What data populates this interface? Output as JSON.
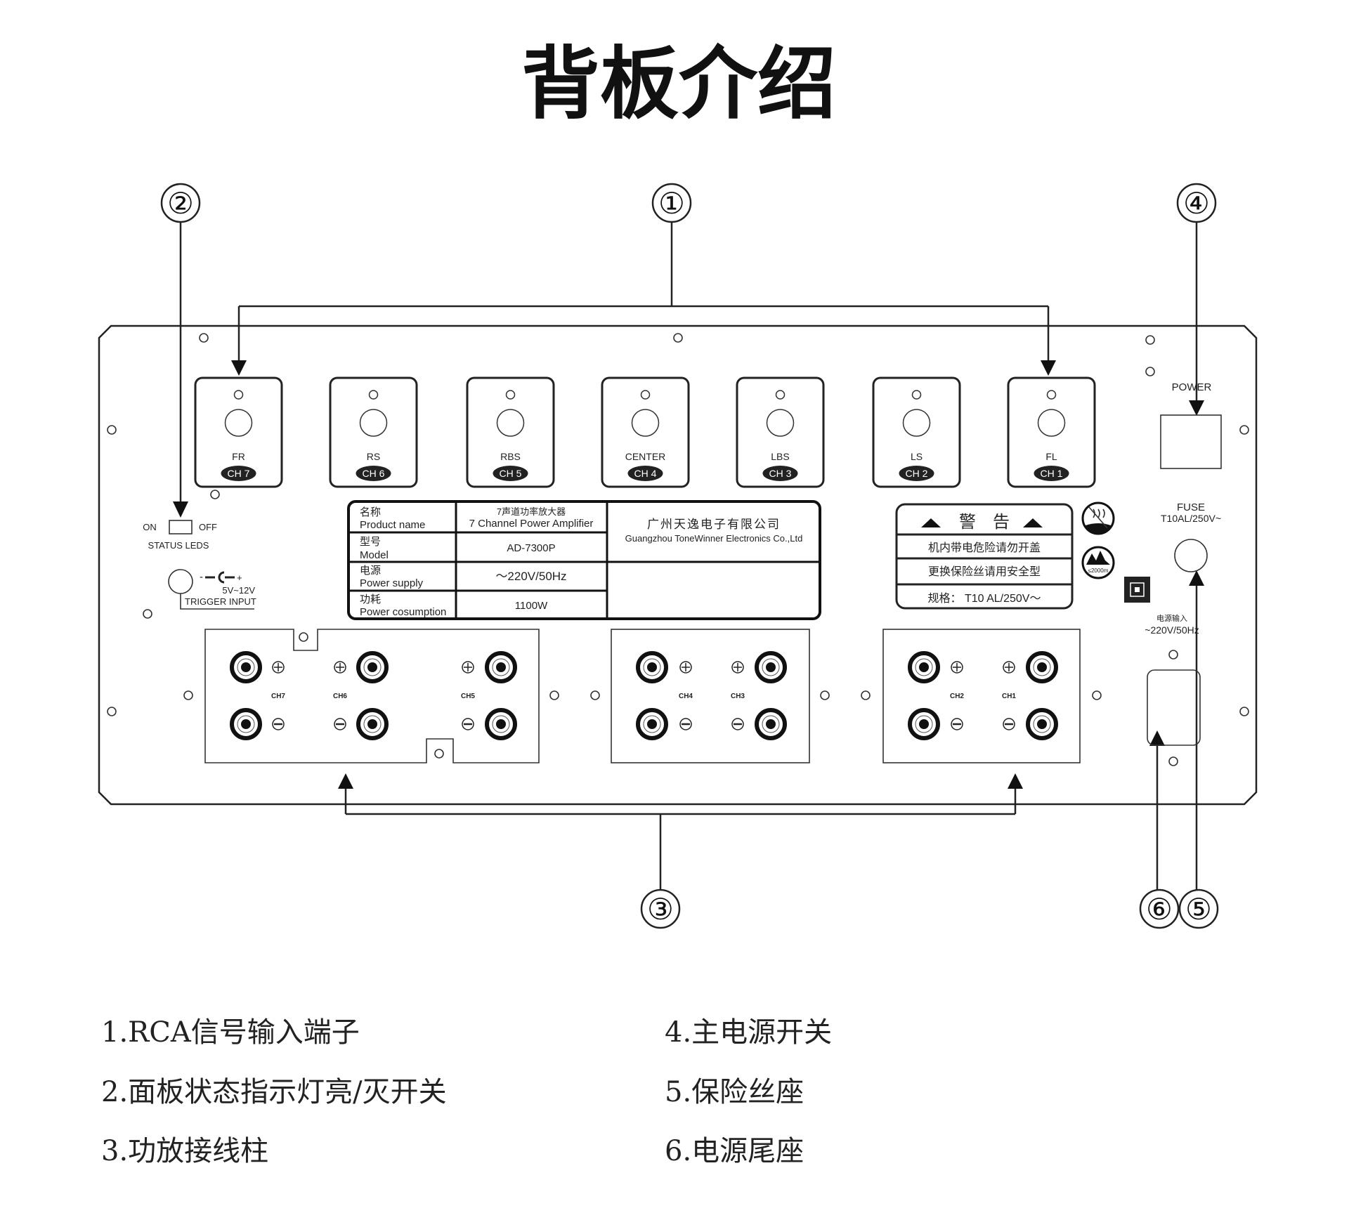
{
  "title": "背板介绍",
  "callouts": [
    "①",
    "②",
    "③",
    "④",
    "⑤",
    "⑥"
  ],
  "speaker_inputs": [
    {
      "name": "FR",
      "channel": "CH 7"
    },
    {
      "name": "RS",
      "channel": "CH 6"
    },
    {
      "name": "RBS",
      "channel": "CH 5"
    },
    {
      "name": "CENTER",
      "channel": "CH 4"
    },
    {
      "name": "LBS",
      "channel": "CH 3"
    },
    {
      "name": "LS",
      "channel": "CH 2"
    },
    {
      "name": "FL",
      "channel": "CH 1"
    }
  ],
  "status_leds": {
    "on": "ON",
    "off": "OFF",
    "label": "STATUS LEDS"
  },
  "trigger": {
    "polarity_minus": "-",
    "polarity_plus": "+",
    "voltage": "5V~12V",
    "label": "TRIGGER INPUT"
  },
  "spec_label": {
    "rows": [
      {
        "cn": "名称",
        "en": "Product name",
        "value_cn": "7声道功率放大器",
        "value": "7 Channel Power Amplifier"
      },
      {
        "cn": "型号",
        "en": "Model",
        "value": "AD-7300P"
      },
      {
        "cn": "电源",
        "en": "Power supply",
        "value": "～220V/50Hz"
      },
      {
        "cn": "功耗",
        "en": "Power cosumption",
        "value": "1100W"
      }
    ],
    "company_cn": "广州天逸电子有限公司",
    "company_en": "Guangzhou ToneWinner Electronics Co.,Ltd"
  },
  "warning": {
    "title": "警　告",
    "line1": "机内带电危险请勿开盖",
    "line2": "更换保险丝请用安全型",
    "line3": "规格：  T10 AL/250V～",
    "altitude": "≤2000m"
  },
  "power": {
    "label": "POWER"
  },
  "fuse": {
    "label": "FUSE",
    "rating": "T10AL/250V~"
  },
  "mains": {
    "label_cn": "电源输入",
    "rating": "~220V/50Hz"
  },
  "terminal_labels": [
    "CH7",
    "CH6",
    "CH5",
    "CH4",
    "CH3",
    "CH2",
    "CH1"
  ],
  "legend": [
    "1.RCA信号输入端子",
    "2.面板状态指示灯亮/灭开关",
    "3.功放接线柱",
    "4.主电源开关",
    "5.保险丝座",
    "6.电源尾座"
  ]
}
